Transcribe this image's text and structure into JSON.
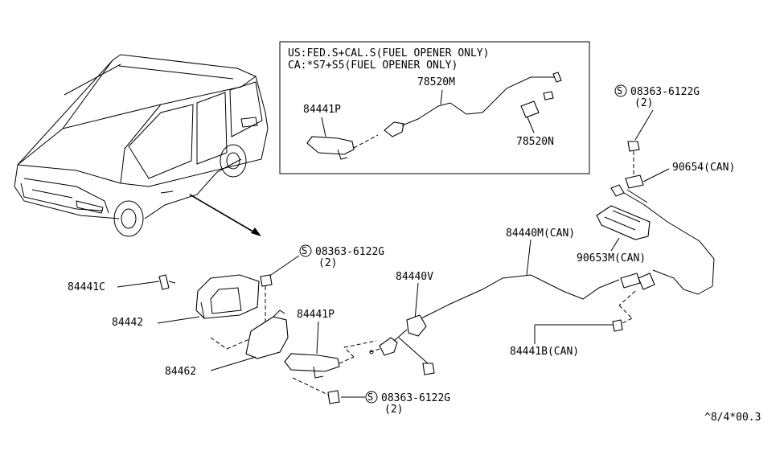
{
  "inset": {
    "note_line1": "US:FED.S+CAL.S(FUEL OPENER ONLY)",
    "note_line2": "CA:*S7+S5(FUEL OPENER ONLY)",
    "labels": {
      "p78520M": "78520M",
      "p84441P": "84441P",
      "p78520N": "78520N"
    }
  },
  "labels": {
    "screw_top_num": "08363-6122G",
    "screw_top_qty": "(2)",
    "p90654": "90654(CAN)",
    "p84440M": "84440M(CAN)",
    "p90653M": "90653M(CAN)",
    "screw_mid_num": "08363-6122G",
    "screw_mid_qty": "(2)",
    "p84441C": "84441C",
    "p84442": "84442",
    "p84440V": "84440V",
    "p84441P": "84441P",
    "p84441B": "84441B(CAN)",
    "p84462": "84462",
    "screw_bot_num": "08363-6122G",
    "screw_bot_qty": "(2)",
    "s_symbol": "S"
  },
  "footer_code": "^8/4*00.3"
}
